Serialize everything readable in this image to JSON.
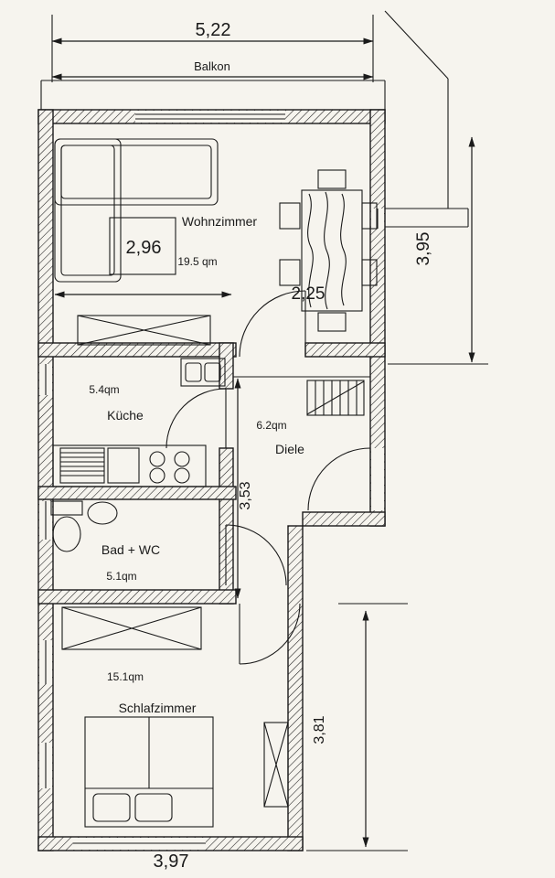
{
  "colors": {
    "paper": "#f6f4ee",
    "ink": "#1a1a1a"
  },
  "rooms": {
    "balkon": {
      "name": "Balkon"
    },
    "wohnzimmer": {
      "name": "Wohnzimmer",
      "area": "19.5 qm"
    },
    "kueche": {
      "name": "Küche",
      "area": "5.4qm"
    },
    "diele": {
      "name": "Diele",
      "area": "6.2qm"
    },
    "bad": {
      "name": "Bad + WC",
      "area": "5.1qm"
    },
    "schlafzimmer": {
      "name": "Schlafzimmer",
      "area": "15.1qm"
    }
  },
  "dims": {
    "balcony_width": "5,22",
    "living_width": "2,96",
    "dining_width": "2,25",
    "right_height": "3,95",
    "hall_height": "3,53",
    "bedroom_height": "3,81",
    "bottom_width": "3,97"
  }
}
